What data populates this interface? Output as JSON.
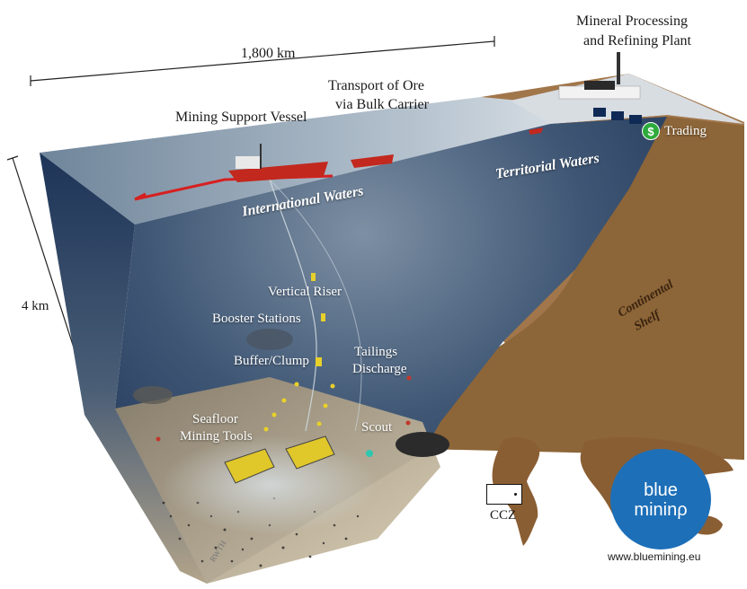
{
  "dimension": {
    "width_label": "1,800 km",
    "depth_label": "4 km"
  },
  "labels": {
    "plant": [
      "Mineral Processing",
      "and Refining Plant"
    ],
    "transport": [
      "Transport of Ore",
      "via Bulk Carrier"
    ],
    "vessel": "Mining Support Vessel",
    "international": "International Waters",
    "territorial": "Territorial Waters",
    "continental": [
      "Continental",
      "Shelf"
    ],
    "riser": "Vertical Riser",
    "booster": "Booster Stations",
    "buffer": "Buffer/Clump",
    "tailings": [
      "Tailings",
      "Discharge"
    ],
    "seafloor": [
      "Seafloor",
      "Mining Tools"
    ],
    "scout": "Scout",
    "trading": "Trading",
    "trading_symbol": "$",
    "ccz": "CCZ",
    "credit": "RWTH"
  },
  "logo": {
    "line1": "blue",
    "line2": "mininρ",
    "url": "www.bluemining.eu",
    "color": "#1d6fb8"
  }
}
